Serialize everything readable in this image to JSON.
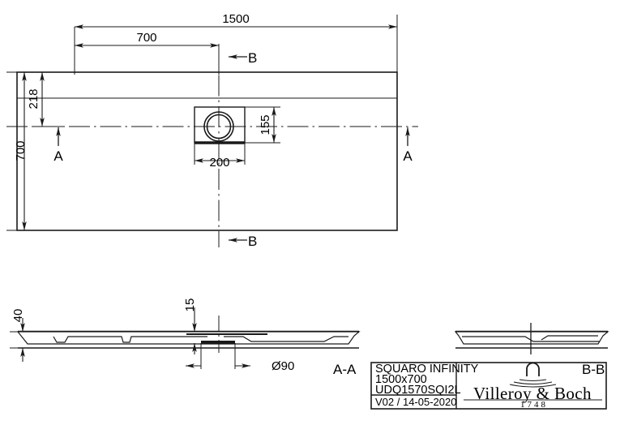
{
  "drawing": {
    "title": "SQUARO INFINITY",
    "size": "1500x700",
    "article": "UDQ1570SQI2L",
    "revision": "V02 / 14-05-2020",
    "brand": "Villeroy & Boch",
    "brand_year": "1748"
  },
  "plan": {
    "dim_overall_width": "1500",
    "dim_drain_x": "700",
    "dim_overall_height": "700",
    "dim_top_offset": "218",
    "dim_drain_square": "200",
    "dim_drain_y": "155",
    "section_marker_b_top": "B",
    "section_marker_b_bottom": "B",
    "section_marker_a_left": "A",
    "section_marker_a_right": "A"
  },
  "section_aa": {
    "label": "A-A",
    "dim_height": "40",
    "dim_drain_depth": "15",
    "dim_drain_diameter": "Ø90"
  },
  "section_bb": {
    "label": "B-B"
  },
  "colors": {
    "line": "#1a1a1a",
    "background": "#ffffff"
  }
}
